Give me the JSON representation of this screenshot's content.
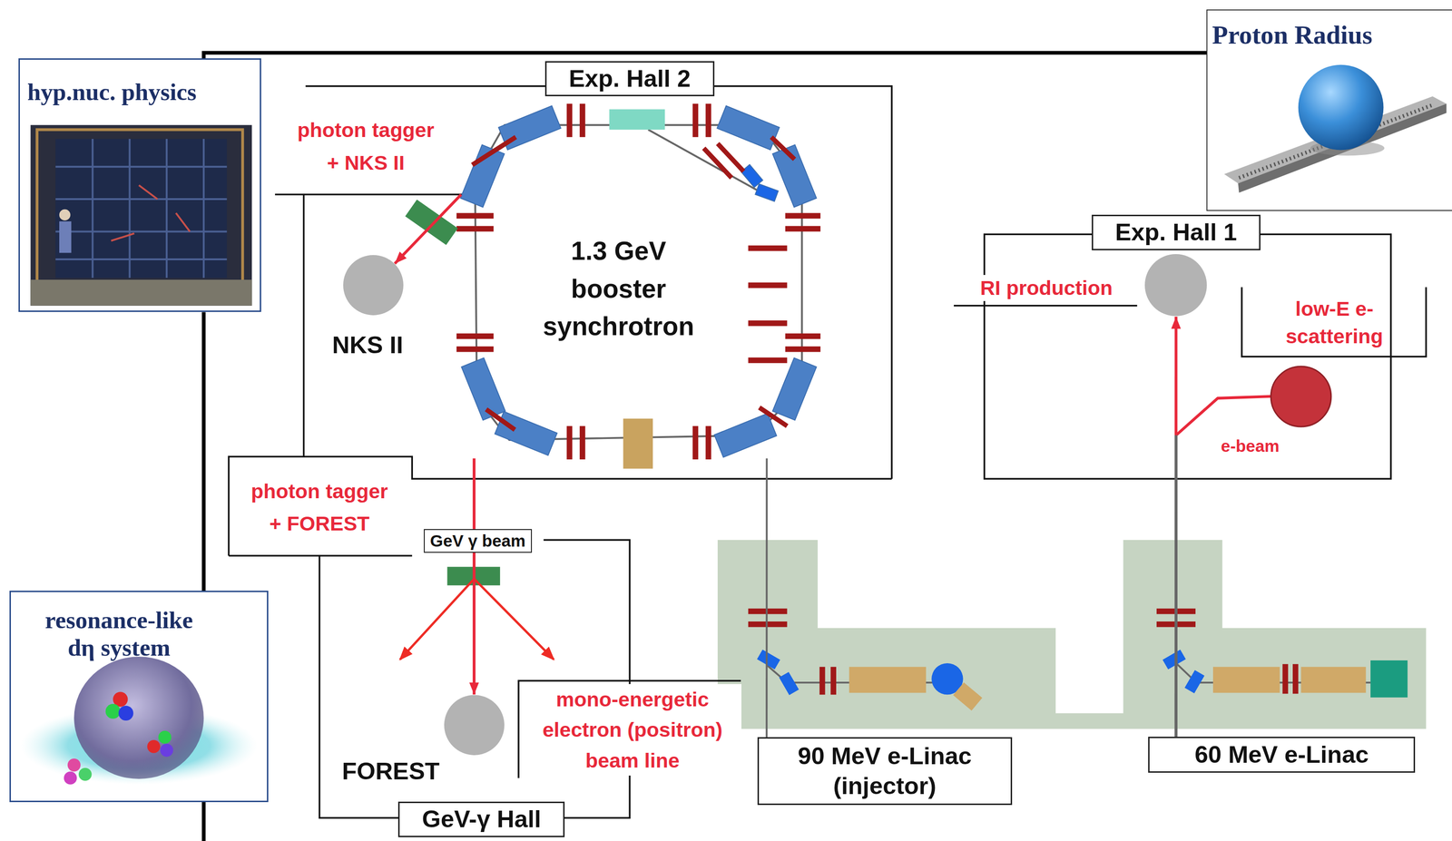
{
  "diagram": {
    "nodes": [
      {
        "text": [
          "hyp.nuc. physics"
        ]
      },
      {
        "text": [
          "Exp. Hall 2"
        ]
      },
      {
        "text": [
          "1.3 GeV booster synchrotron"
        ],
        "in": 1
      },
      {
        "text": [
          "NKS II"
        ],
        "in": 1
      },
      {
        "text": [
          "Proton Radius"
        ]
      },
      {
        "text": [
          "Exp. Hall 1"
        ]
      },
      {
        "text": [
          "RI production"
        ],
        "in": 5
      },
      {
        "text": [
          "low-E e- scattering"
        ],
        "in": 5
      },
      {
        "text": [
          "resonance-like dη system"
        ]
      },
      {
        "text": [
          "GeV-γ Hall"
        ]
      },
      {
        "text": [
          "FOREST"
        ],
        "in": 9
      },
      {
        "text": [
          "90 MeV e-Linac (injector)"
        ]
      },
      {
        "text": [
          "60 MeV e-Linac"
        ]
      }
    ],
    "edges": [
      {
        "from": 2,
        "to": 3,
        "arrow": "to"
      },
      {
        "from": 2,
        "to": 10,
        "arrow": "to"
      },
      {
        "from": 11,
        "to": 2,
        "arrow": "none"
      },
      {
        "from": 12,
        "to": 6,
        "arrow": "to"
      },
      {
        "from": 12,
        "to": 7,
        "label": "e-beam",
        "arrow": "none"
      }
    ],
    "labels": [
      "photon tagger + NKS II",
      "photon tagger + FOREST",
      "GeV γ beam",
      "mono-energetic electron (positron) beam line"
    ]
  }
}
